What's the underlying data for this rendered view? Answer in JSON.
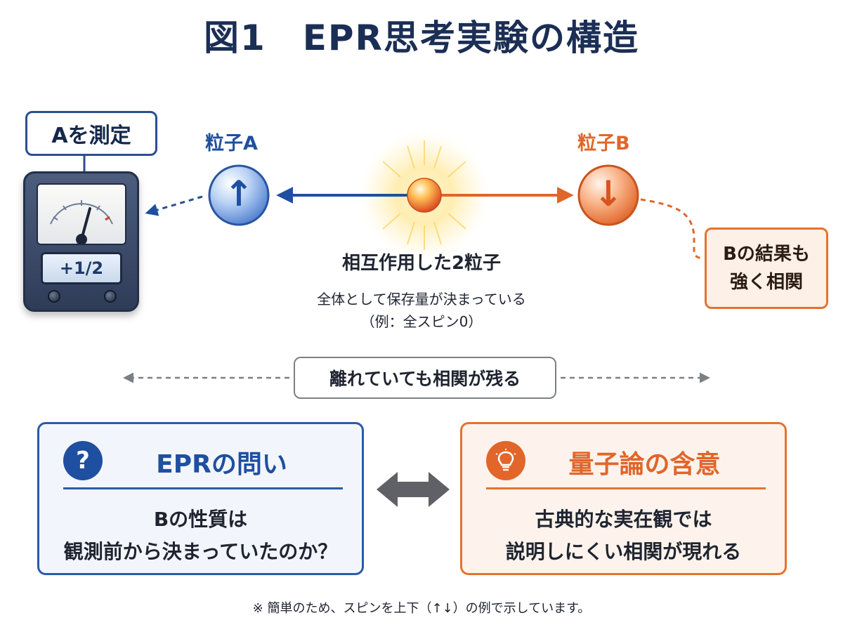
{
  "title": "図1　EPR思考実験の構造",
  "measurement": {
    "callout": "Aを測定",
    "display_value": "+1/2"
  },
  "particle_a": {
    "label": "粒子A",
    "spin_symbol": "↑",
    "color": "#1f4fa0"
  },
  "particle_b": {
    "label": "粒子B",
    "spin_symbol": "↓",
    "color": "#e0662a"
  },
  "source": {
    "title": "相互作用した2粒子",
    "subtitle_line1": "全体として保存量が決まっている",
    "subtitle_line2": "（例：全スピン0）"
  },
  "callout_b": {
    "line1": "Bの結果も",
    "line2": "強く相関"
  },
  "distance_label": "離れていても相関が残る",
  "panels": {
    "epr": {
      "icon": "?",
      "icon_name": "question-icon",
      "title": "EPRの問い",
      "line1": "Bの性質は",
      "line2": "観測前から決まっていたのか？"
    },
    "qm": {
      "icon_name": "lightbulb-icon",
      "title": "量子論の含意",
      "line1": "古典的な実在観では",
      "line2": "説明しにくい相関が現れる"
    }
  },
  "footnote": "※ 簡単のため、スピンを上下（↑↓）の例で示しています。",
  "colors": {
    "navy": "#1b2e55",
    "blue": "#1f4fa0",
    "orange": "#e0662a",
    "gray": "#7c7f85"
  }
}
